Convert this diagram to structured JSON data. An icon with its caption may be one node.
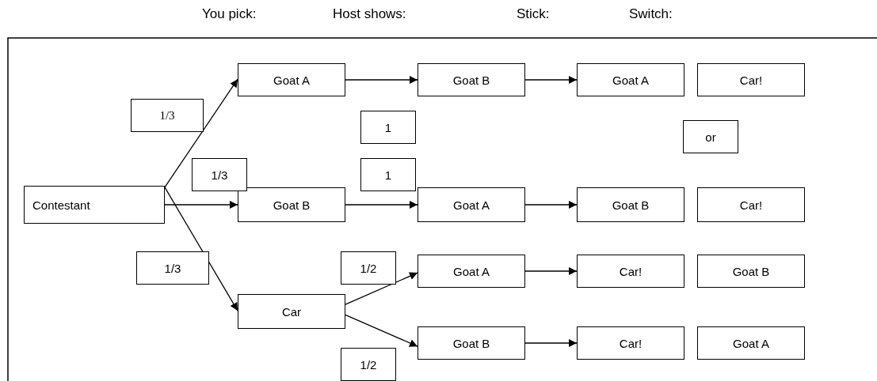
{
  "diagram": {
    "nodes": [
      {
        "text": [
          "Contestant"
        ]
      },
      {
        "text": [
          "Goat A"
        ]
      },
      {
        "text": [
          "Goat B"
        ]
      },
      {
        "text": [
          "Goat A"
        ]
      },
      {
        "text": [
          "Car!"
        ]
      },
      {
        "text": [
          "Goat B"
        ]
      },
      {
        "text": [
          "Goat A"
        ]
      },
      {
        "text": [
          "Goat B"
        ]
      },
      {
        "text": [
          "Car!"
        ]
      },
      {
        "text": [
          "Car"
        ]
      },
      {
        "text": [
          "Goat A"
        ]
      },
      {
        "text": [
          "Car!"
        ]
      },
      {
        "text": [
          "Goat B"
        ]
      },
      {
        "text": [
          "Goat B"
        ]
      },
      {
        "text": [
          "Car!"
        ]
      },
      {
        "text": [
          "Goat A"
        ]
      },
      {
        "text": [
          "1/3"
        ]
      },
      {
        "text": [
          "1"
        ]
      },
      {
        "text": [
          "or"
        ]
      },
      {
        "text": [
          "1/3"
        ]
      },
      {
        "text": [
          "1"
        ]
      },
      {
        "text": [
          "1/3"
        ]
      },
      {
        "text": [
          "1/2"
        ]
      },
      {
        "text": [
          "1/2"
        ]
      }
    ],
    "edges": [
      {
        "from": 0,
        "to": 1,
        "arrow": "to"
      },
      {
        "from": 0,
        "to": 5,
        "arrow": "to"
      },
      {
        "from": 0,
        "to": 9,
        "arrow": "to"
      },
      {
        "from": 1,
        "to": 2,
        "arrow": "to"
      },
      {
        "from": 2,
        "to": 3,
        "arrow": "to"
      },
      {
        "from": 5,
        "to": 6,
        "arrow": "to"
      },
      {
        "from": 6,
        "to": 7,
        "arrow": "to"
      },
      {
        "from": 9,
        "to": 10,
        "arrow": "to"
      },
      {
        "from": 9,
        "to": 13,
        "arrow": "to"
      },
      {
        "from": 10,
        "to": 11,
        "arrow": "to"
      },
      {
        "from": 13,
        "to": 14,
        "arrow": "to"
      }
    ],
    "labels": [
      "You pick:",
      "Host shows:",
      "Stick:",
      "Switch:"
    ]
  }
}
